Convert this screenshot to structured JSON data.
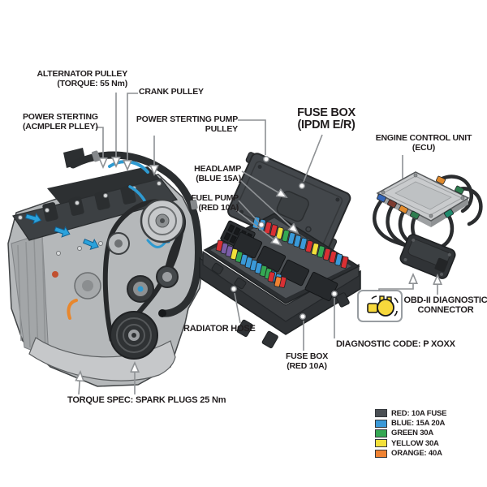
{
  "diagram": {
    "labels": {
      "alternator_pulley": {
        "line1": "ALTERNATOR PULLEY",
        "line2": "(TORQUE: 55 Nm)"
      },
      "crank_pulley": {
        "line1": "CRANK PULLEY"
      },
      "power_steering": {
        "line1": "POWER STERTING",
        "line2": "(ACMPLER PLLEY)"
      },
      "power_steering_pump": {
        "line1": "POWER STERTING PUMP",
        "line2": "PULLEY"
      },
      "fuse_box_ipdm": {
        "line1": "FUSE BOX",
        "line2": "(IPDM E/R)"
      },
      "headlamp": {
        "line1": "HEADLAMP",
        "line2": "(BLUE 15A)"
      },
      "fuel_pump": {
        "line1": "FUEL PUMP",
        "line2": "(RED 10A)"
      },
      "ecu": {
        "line1": "ENGINE CONTROL UNIT",
        "line2": "(ECU)"
      },
      "obd": {
        "line1": "OBD-II DIAGNOSTIC",
        "line2": "CONNECTOR"
      },
      "radiator_hose": {
        "line1": "RADIATOR HOSE"
      },
      "fuse_box_red": {
        "line1": "FUSE BOX",
        "line2": "(RED 10A)"
      },
      "diagnostic_code": {
        "line1": "DIAGNOSTIC CODE: P XOXX"
      },
      "torque_spec": {
        "line1": "TORQUE SPEC: SPARK PLUGS 25 Nm"
      }
    },
    "icons": {
      "check_engine": "check-engine-warning-icon"
    },
    "legend": {
      "items": [
        {
          "color": "#4a4f54",
          "label": "RED: 10A FUSE"
        },
        {
          "color": "#3a99d8",
          "label": "BLUE: 15A 20A"
        },
        {
          "color": "#35a853",
          "label": "GREEN 30A"
        },
        {
          "color": "#f2e03a",
          "label": "YELLOW 30A"
        },
        {
          "color": "#ef8232",
          "label": "ORANGE: 40A"
        }
      ]
    },
    "fuse_palette": {
      "blue": "#3a99d8",
      "red": "#d93034",
      "yellow": "#f2e03a",
      "green": "#35a853",
      "orange": "#ef8232",
      "purple": "#7b5ea7"
    },
    "fuse_rows": {
      "back": [
        "blue",
        "blue",
        "red",
        "red",
        "yellow",
        "green",
        "blue",
        "blue",
        "blue",
        "red",
        "yellow",
        "green",
        "red",
        "red",
        "blue",
        "red"
      ],
      "left": [
        "red",
        "purple",
        "purple",
        "yellow",
        "green",
        "blue",
        "blue",
        "blue",
        "blue",
        "green",
        "green",
        "blue",
        "blue",
        "red"
      ],
      "front": [
        "red",
        "orange"
      ]
    }
  }
}
